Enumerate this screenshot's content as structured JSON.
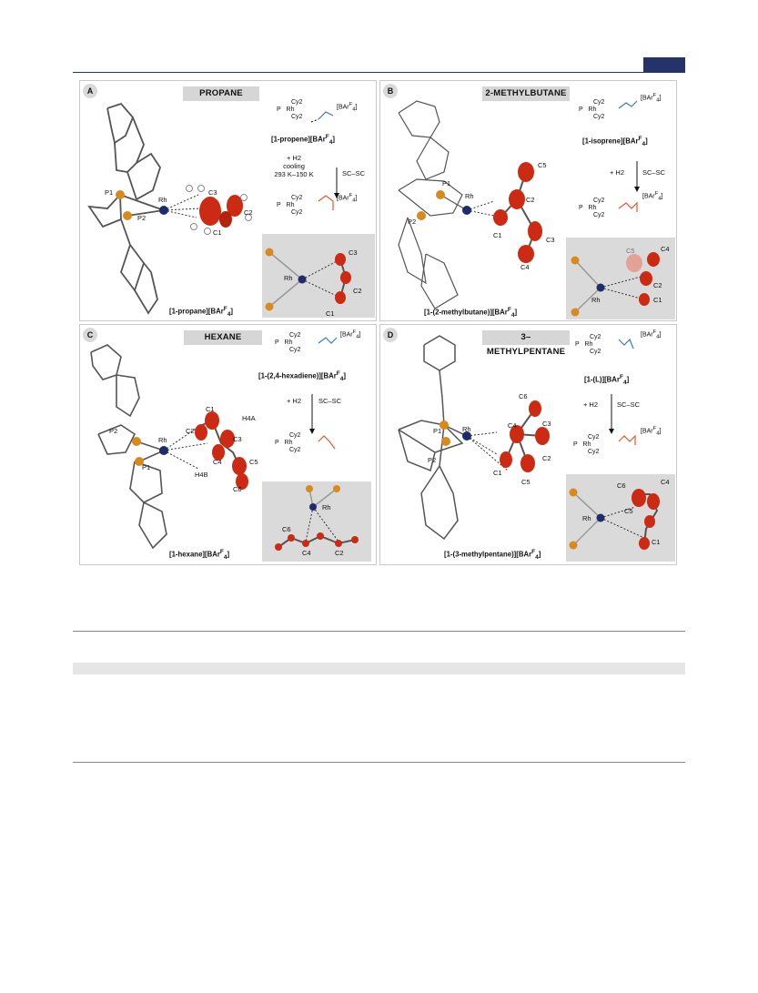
{
  "header": {
    "accent": "#24346a"
  },
  "figure": {
    "panels": [
      {
        "letter": "A",
        "title": "PROPANE",
        "precursor": "[1-propene][BAr",
        "product": "[1-propane][BAr",
        "conditions": [
          "+ H2",
          "cooling",
          "293 K–150 K"
        ],
        "scsc": "SC–SC",
        "atoms": [
          "P1",
          "P2",
          "Rh",
          "C3",
          "C2",
          "C1"
        ],
        "inset_atoms": [
          "C3",
          "Rh",
          "C2",
          "C1"
        ]
      },
      {
        "letter": "B",
        "title": "2-METHYLBUTANE",
        "precursor": "[1-isoprene][BAr",
        "product": "[1-(2-methylbutane)][BAr",
        "conditions": [
          "+ H2"
        ],
        "scsc": "SC–SC",
        "atoms": [
          "P1",
          "P2",
          "Rh",
          "C5",
          "C2",
          "C1",
          "C3",
          "C4"
        ],
        "inset_atoms": [
          "C5",
          "C4",
          "Rh",
          "C2",
          "C1"
        ]
      },
      {
        "letter": "C",
        "title": "HEXANE",
        "precursor": "[1-(2,4-hexadiene)][BAr",
        "product": "[1-hexane][BAr",
        "conditions": [
          "+ H2"
        ],
        "scsc": "SC–SC",
        "atoms": [
          "P2",
          "P1",
          "Rh",
          "C1",
          "H4A",
          "C2",
          "C3",
          "C4",
          "C5",
          "H4B",
          "C6"
        ],
        "inset_atoms": [
          "Rh",
          "C6",
          "C4",
          "C2"
        ]
      },
      {
        "letter": "D",
        "title": "3–METHYLPENTANE",
        "precursor": "[1-(L)][BAr",
        "product": "[1-(3-methylpentane)][BAr",
        "conditions": [
          "+ H2"
        ],
        "scsc": "SC–SC",
        "atoms": [
          "P1",
          "P2",
          "Rh",
          "C6",
          "C4",
          "C3",
          "C2",
          "C1",
          "C5"
        ],
        "inset_atoms": [
          "C6",
          "C4",
          "Rh",
          "C5",
          "C1"
        ]
      }
    ],
    "anion_sup": "F",
    "anion_sub": "4",
    "counterion": "[BAr",
    "struct_cy": "Cy2",
    "struct_p": "P",
    "struct_rh": "Rh",
    "colors": {
      "phosphorus": "#d98a1c",
      "rhodium": "#1d2d6b",
      "carbon": "#cc2a12",
      "precursor_line": "#3a78c8",
      "product_line": "#e8552c",
      "inset_bg": "#dadada"
    }
  }
}
